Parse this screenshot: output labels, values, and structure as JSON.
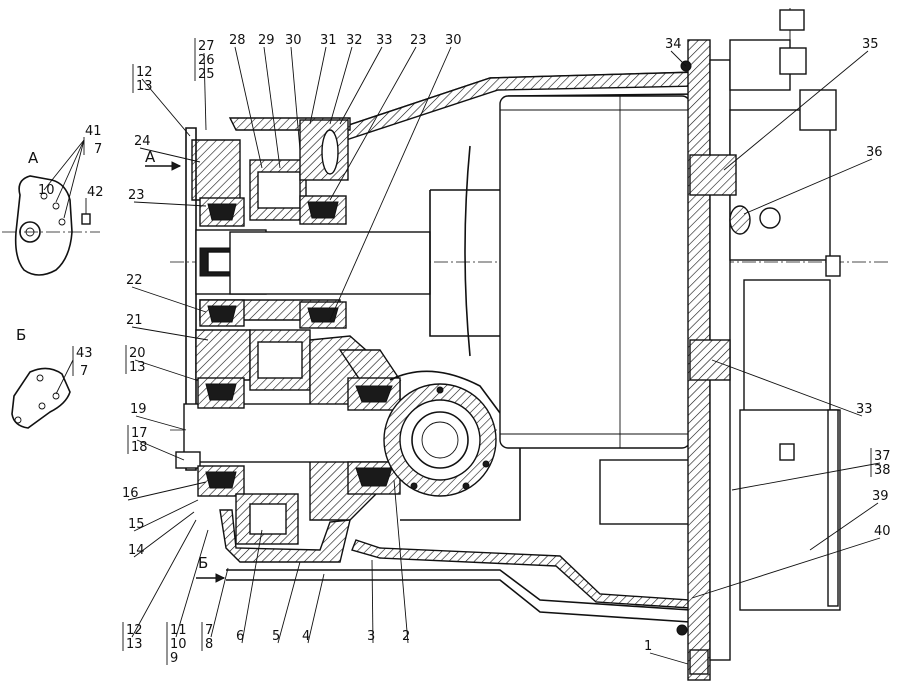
{
  "view_a": {
    "title": "А",
    "callouts": [
      "41",
      "7",
      "42"
    ]
  },
  "view_b": {
    "title": "Б",
    "callouts": [
      "43",
      "7"
    ]
  },
  "section_arrows": {
    "a": "А",
    "b": "Б"
  },
  "top_callouts": [
    {
      "id": "27-26-25",
      "lines": [
        "27",
        "26",
        "25"
      ]
    },
    {
      "id": "12-13",
      "lines": [
        "12",
        "13"
      ]
    },
    {
      "id": "28",
      "lines": [
        "28"
      ]
    },
    {
      "id": "29",
      "lines": [
        "29"
      ]
    },
    {
      "id": "30a",
      "lines": [
        "30"
      ]
    },
    {
      "id": "31",
      "lines": [
        "31"
      ]
    },
    {
      "id": "32",
      "lines": [
        "32"
      ]
    },
    {
      "id": "33",
      "lines": [
        "33"
      ]
    },
    {
      "id": "23a",
      "lines": [
        "23"
      ]
    },
    {
      "id": "30b",
      "lines": [
        "30"
      ]
    },
    {
      "id": "34",
      "lines": [
        "34"
      ]
    },
    {
      "id": "35",
      "lines": [
        "35"
      ]
    }
  ],
  "left_callouts": [
    {
      "id": "24",
      "lines": [
        "24"
      ]
    },
    {
      "id": "23b",
      "lines": [
        "23"
      ]
    },
    {
      "id": "22",
      "lines": [
        "22"
      ]
    },
    {
      "id": "21",
      "lines": [
        "21"
      ]
    },
    {
      "id": "20-13",
      "lines": [
        "20",
        "13"
      ]
    },
    {
      "id": "19",
      "lines": [
        "19"
      ]
    },
    {
      "id": "17-18",
      "lines": [
        "17",
        "18"
      ]
    },
    {
      "id": "16",
      "lines": [
        "16"
      ]
    },
    {
      "id": "15",
      "lines": [
        "15"
      ]
    },
    {
      "id": "14",
      "lines": [
        "14"
      ]
    }
  ],
  "bottom_callouts": [
    {
      "id": "12-13b",
      "lines": [
        "12",
        "13"
      ]
    },
    {
      "id": "11-10-9",
      "lines": [
        "11",
        "10",
        "9"
      ]
    },
    {
      "id": "7-8",
      "lines": [
        "7",
        "8"
      ]
    },
    {
      "id": "6",
      "lines": [
        "6"
      ]
    },
    {
      "id": "5",
      "lines": [
        "5"
      ]
    },
    {
      "id": "4",
      "lines": [
        "4"
      ]
    },
    {
      "id": "3",
      "lines": [
        "3"
      ]
    },
    {
      "id": "2",
      "lines": [
        "2"
      ]
    },
    {
      "id": "1",
      "lines": [
        "1"
      ]
    }
  ],
  "right_callouts": [
    {
      "id": "36",
      "lines": [
        "36"
      ]
    },
    {
      "id": "33b",
      "lines": [
        "33"
      ]
    },
    {
      "id": "37-38",
      "lines": [
        "37",
        "38"
      ]
    },
    {
      "id": "39",
      "lines": [
        "39"
      ]
    },
    {
      "id": "40",
      "lines": [
        "40"
      ]
    }
  ]
}
